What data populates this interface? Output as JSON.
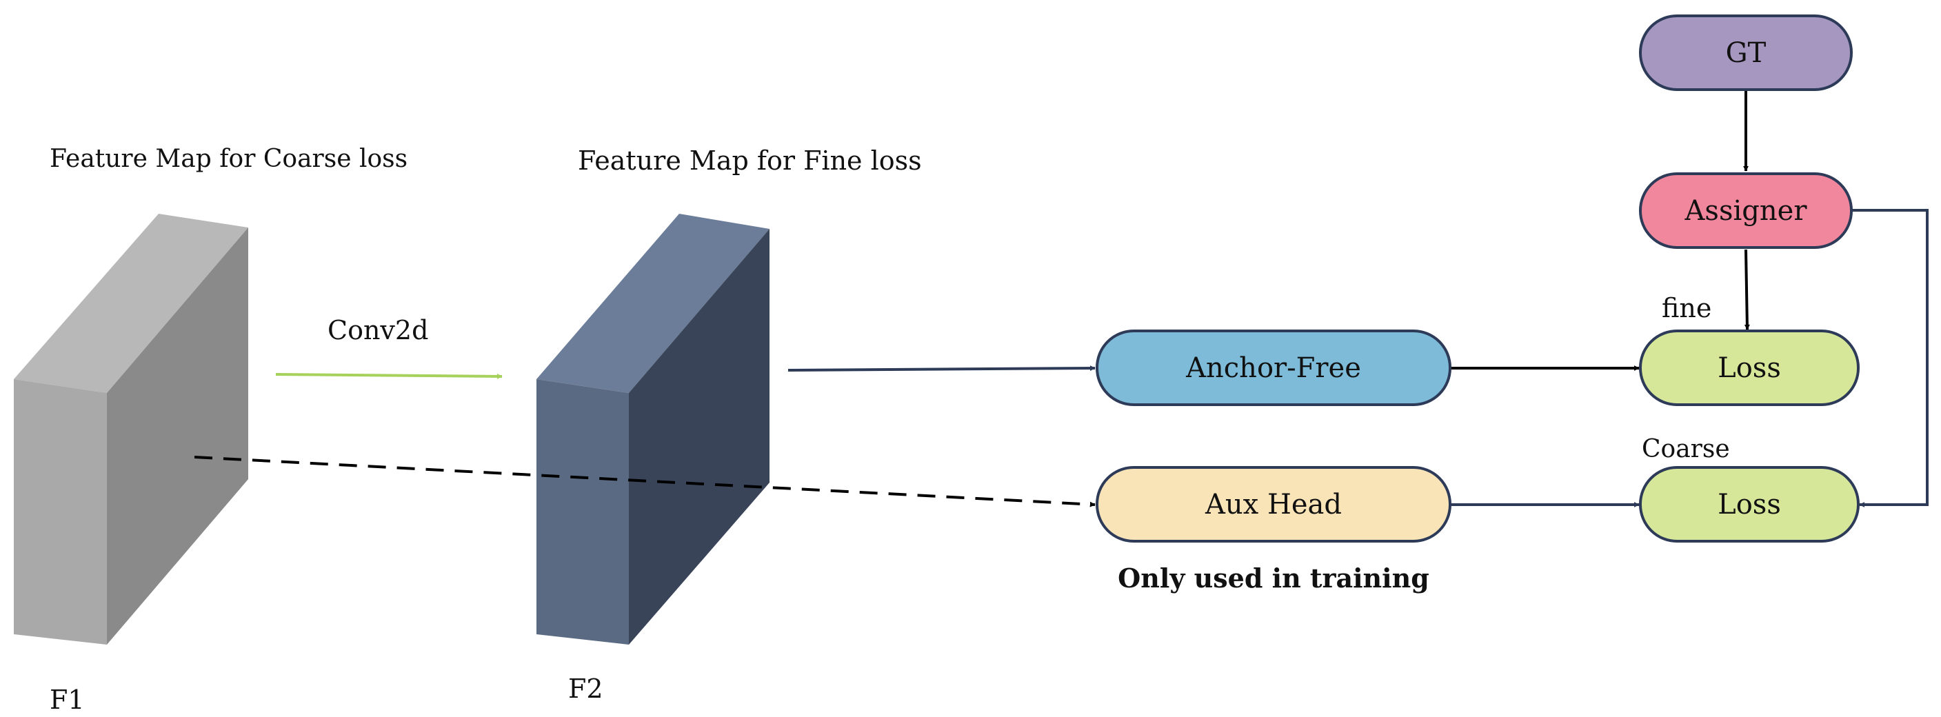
{
  "feature_maps": {
    "coarse": {
      "caption": "Feature Map for Coarse loss",
      "label": "F1"
    },
    "fine": {
      "caption": "Feature Map for Fine loss",
      "label": "F2"
    }
  },
  "conv_label": "Conv2d",
  "nodes": {
    "gt": {
      "label": "GT"
    },
    "assigner": {
      "label": "Assigner"
    },
    "anchor_free": {
      "label": "Anchor-Free"
    },
    "aux_head": {
      "label": "Aux Head"
    },
    "loss_fine": {
      "label": "Loss"
    },
    "loss_coarse": {
      "label": "Loss"
    }
  },
  "edge_labels": {
    "fine": "fine",
    "coarse": "Coarse"
  },
  "note": "Only used in training",
  "colors": {
    "gt": "#a597c0",
    "assigner": "#f0879c",
    "anchor_free": "#7dbbd8",
    "aux_head": "#f9e4b8",
    "loss": "#d6e79a",
    "node_stroke": "#2d3b59",
    "conv_arrow": "#a6d15a",
    "f1_front": "#8a8a8a",
    "f1_top": "#b8b8b8",
    "f2_front": "#394459",
    "f2_side": "#5a6a82",
    "f2_top": "#6b7d98"
  }
}
